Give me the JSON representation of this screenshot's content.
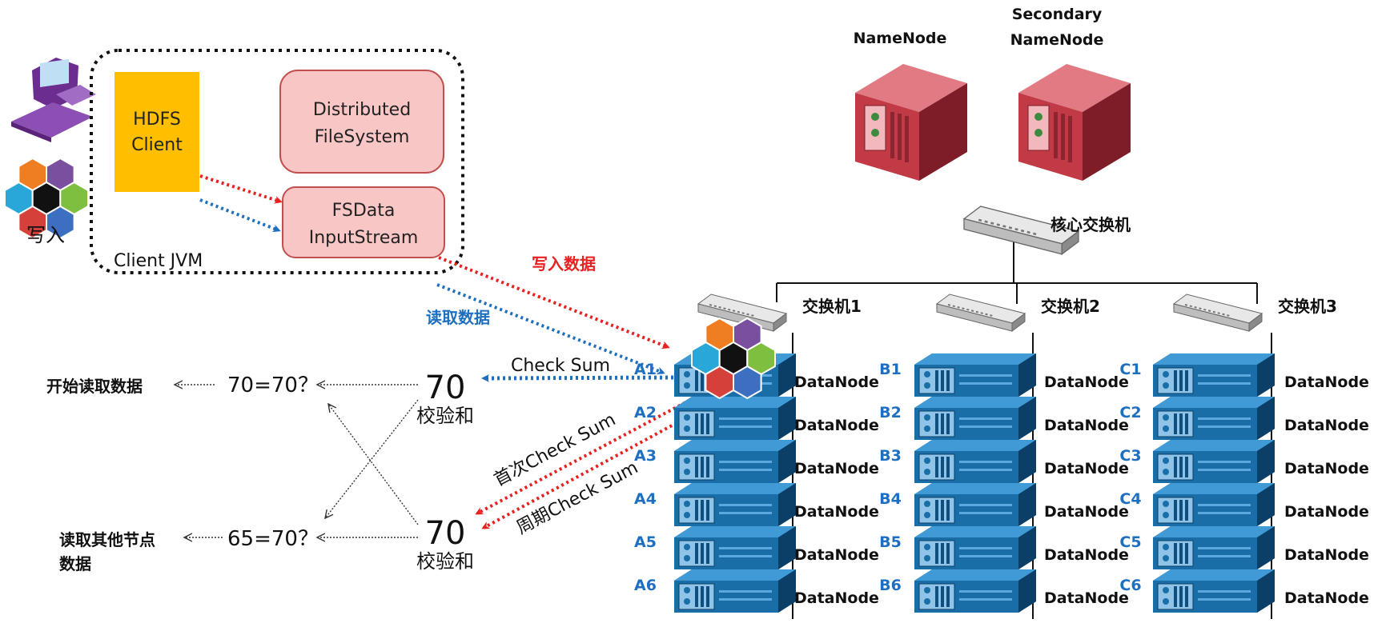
{
  "client": {
    "user_label": "写入",
    "jvm_label": "Client JVM",
    "hdfs_client": [
      "HDFS",
      "Client"
    ],
    "distributed_fs": [
      "Distributed",
      "FileSystem"
    ],
    "fsdata_stream": [
      "FSData",
      "InputStream"
    ]
  },
  "flows": {
    "write_data": "写入数据",
    "read_data": "读取数据",
    "check_sum": "Check Sum",
    "first_check_sum": "首次Check Sum",
    "periodic_check_sum": "周期Check Sum"
  },
  "checksum": {
    "value_top": "70",
    "value_bottom": "70",
    "caption_top": "校验和",
    "caption_bottom": "校验和",
    "compare_match": "70=70？",
    "compare_mismatch": "65=70？",
    "result_match": "开始读取数据",
    "result_mismatch": [
      "读取其他节点",
      "数据"
    ]
  },
  "namenodes": {
    "primary": "NameNode",
    "secondary": [
      "Secondary",
      "NameNode"
    ]
  },
  "switches": {
    "core": "核心交换机",
    "rack": [
      "交换机1",
      "交换机2",
      "交换机3"
    ]
  },
  "racks": [
    {
      "nodes": [
        "A1",
        "A2",
        "A3",
        "A4",
        "A5",
        "A6"
      ]
    },
    {
      "nodes": [
        "B1",
        "B2",
        "B3",
        "B4",
        "B5",
        "B6"
      ]
    },
    {
      "nodes": [
        "C1",
        "C2",
        "C3",
        "C4",
        "C5",
        "C6"
      ]
    }
  ],
  "datanode_label": "DataNode",
  "colors": {
    "write_arrow": "#e8201f",
    "read_arrow": "#1f6fc0",
    "hdfs_client_fill": "#ffbf00",
    "fs_box_fill": "#f9c6c6",
    "fs_box_stroke": "#c0504d",
    "server_blue": "#1a6ea8",
    "namenode_red": "#b0303c"
  },
  "hexagon_colors": [
    "#ef7d21",
    "#2aa7d9",
    "#7b4fa0",
    "#111111",
    "#7fbf3f",
    "#d6403a",
    "#3d6fc0"
  ]
}
